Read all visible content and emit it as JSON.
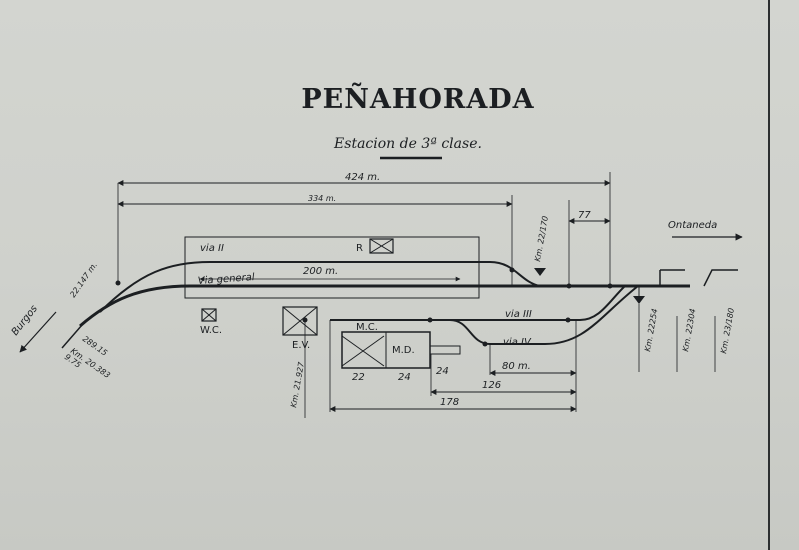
{
  "title": "PEÑAHORADA",
  "subtitle": "Estacion de 3ª clase.",
  "dims": {
    "total": "424 m.",
    "main": "334 m.",
    "right": "77",
    "platform": "200 m.",
    "m80": "80 m.",
    "m126": "126",
    "m178": "178",
    "n22": "22",
    "n24a": "24",
    "n24b": "24"
  },
  "tracks": {
    "via2": "via II",
    "via_general": "Via general",
    "via3": "via III",
    "via4": "via IV"
  },
  "buildings": {
    "r": "R",
    "wc": "W.C.",
    "ev": "E.V.",
    "mc": "M.C.",
    "md": "M.D."
  },
  "kilometers": {
    "km_22170": "Km. 22/170",
    "km_22254": "Km. 22254",
    "km_22304": "Km. 22304",
    "km_23180": "Km. 23/180",
    "km_21927": "Km. 21.927",
    "left_a": "22.147 m.",
    "left_b": "289.15",
    "left_c": "Km. 20.383",
    "left_d": "9.75"
  },
  "directions": {
    "left": "Burgos",
    "right": "Ontaneda"
  }
}
